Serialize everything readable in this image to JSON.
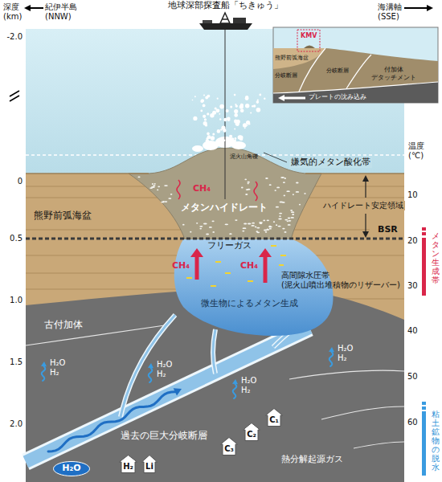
{
  "diagram": {
    "nodes": [
      {
        "text": [
          "C₁"
        ]
      },
      {
        "text": [
          "C₂"
        ]
      },
      {
        "text": [
          "C₃"
        ]
      },
      {
        "text": [
          "H₂O"
        ]
      },
      {
        "text": [
          "H₂"
        ]
      },
      {
        "text": [
          "Li"
        ]
      }
    ],
    "labels": [
      "深度 (km)",
      "紀伊半島 (NNW)",
      "地球深部探査船「ちきゅう」",
      "海溝軸 (SSE)",
      "KMV",
      "熊野前弧海盆",
      "分岐断層",
      "分岐断層",
      "付加体",
      "デタッチメント",
      "プレートの沈み込み",
      "-2.0",
      "嫌気的メタン酸化帯",
      "温度 (℃)",
      "泥火山角礫",
      "0",
      "10",
      "CH₄",
      "メタンハイドレート",
      "熊野前弧海盆",
      "ハイドレート安定領域",
      "0.5",
      "フリーガス",
      "BSR",
      "20",
      "CH₄",
      "CH₄",
      "高間隙水圧帯 (泥火山噴出堆積物のリザーバー)",
      "メタン生成帯",
      "微生物によるメタン生成",
      "30",
      "1.0",
      "古付加体",
      "40",
      "H₂O H₂",
      "H₂O H₂",
      "H₂O H₂",
      "H₂O H₂",
      "1.5",
      "50",
      "過去の巨大分岐断層",
      "熱分解起源ガス",
      "2.0",
      "60",
      "粘土鉱物の脱水"
    ]
  }
}
